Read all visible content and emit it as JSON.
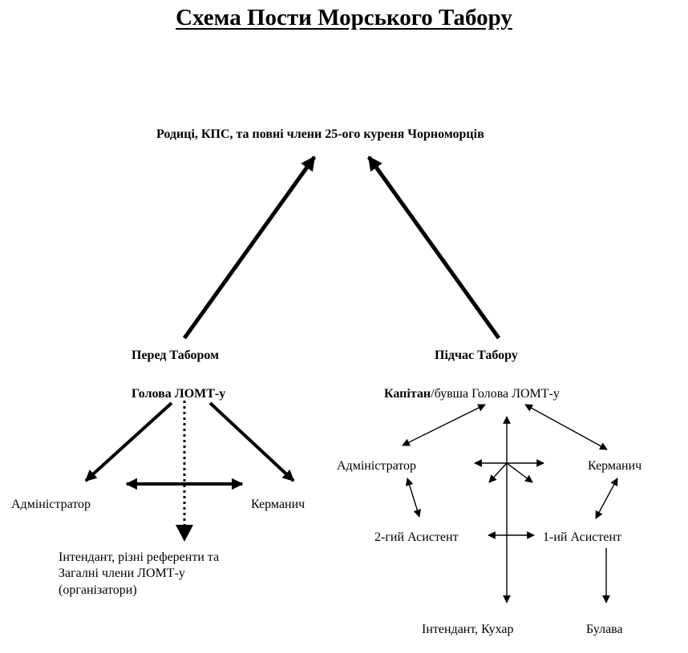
{
  "title": "Схема Пости Морського Табору",
  "top_node": "Родиці, КПС, та повні члени 25-ого куреня Чорноморців",
  "before_camp": {
    "heading": "Перед Табором",
    "head": "Голова ЛОМТ-у",
    "left": "Адміністратор",
    "right": "Керманич",
    "bottom_lines": [
      "Інтендант, різні референти та",
      "Загалні члени ЛОМТ-у",
      "(організатори)"
    ]
  },
  "during_camp": {
    "heading": "Підчас Табору",
    "head_bold": "Капітан",
    "head_rest": "/бувша Голова ЛОМТ-у",
    "left": "Адміністратор",
    "right": "Керманич",
    "assistant_2": "2-гий Асистент",
    "assistant_1": "1-ий Асистент",
    "bottom_left": "Інтендант, Кухар",
    "bottom_right": "Булава"
  }
}
